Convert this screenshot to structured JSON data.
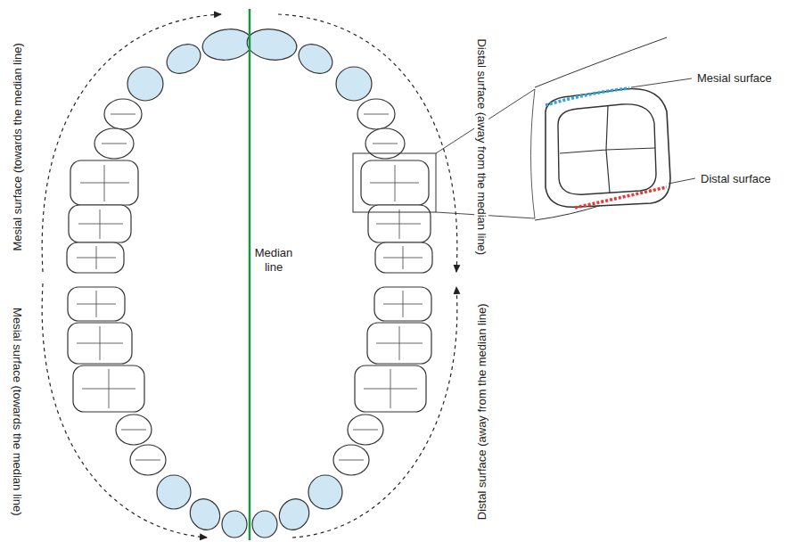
{
  "diagram": {
    "labels": [
      "Mesial surface (towards the median line)",
      "Distal surface (away from the median line)",
      "Mesial surface",
      "Median line",
      "Distal surface",
      "Mesial surface (towards the median line)",
      "Distal surface (away from the median line)"
    ]
  }
}
